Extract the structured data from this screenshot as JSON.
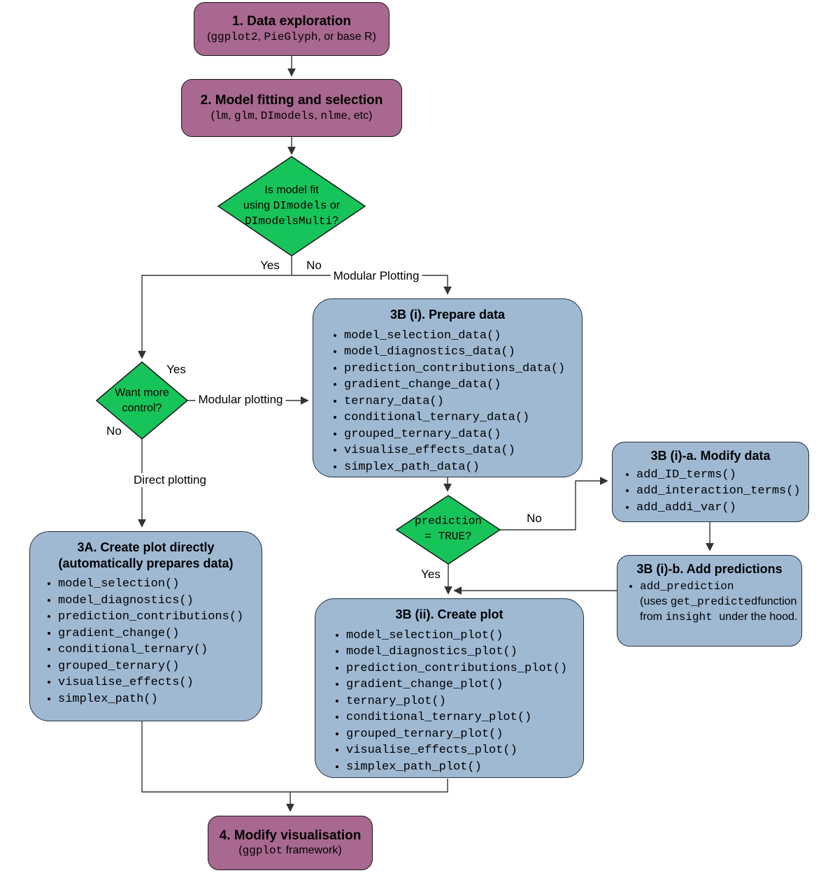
{
  "colors": {
    "purple": "#a8688f",
    "green": "#16c45a",
    "blue": "#9fb9d3",
    "node-border": "#1a1a1a",
    "blue-border": "#22303c",
    "line": "#333333"
  },
  "nodes": {
    "step1": {
      "title": "1. Data exploration",
      "sub": {
        "a": "(",
        "code1": "ggplot2",
        "b": ", ",
        "code2": "PieGlyph",
        "c": ", or base R)"
      }
    },
    "step2": {
      "title": "2. Model fitting and selection",
      "sub": {
        "a": "(",
        "code1": "lm",
        "b": ", ",
        "code2": "glm",
        "c": ", ",
        "code3": "DImodels",
        "d": ", ",
        "code4": "nlme",
        "e": ", etc)"
      }
    },
    "decision_model": {
      "line1": "Is model fit",
      "line2a": "using ",
      "line2code": "DImodels",
      "line2b": " or",
      "line3code": "DImodelsMulti",
      "line3b": "?"
    },
    "decision_control": {
      "line1": "Want more",
      "line2": "control?"
    },
    "decision_prediction": {
      "line1": "prediction",
      "line2": "= TRUE?"
    },
    "plot_directly": {
      "title1": "3A. Create plot directly",
      "title2": "(automatically prepares data)",
      "items": [
        "model_selection()",
        "model_diagnostics()",
        "prediction_contributions()",
        "gradient_change()",
        "conditional_ternary()",
        "grouped_ternary()",
        "visualise_effects()",
        "simplex_path()"
      ]
    },
    "prepare_data": {
      "title": "3B (i). Prepare data",
      "items": [
        "model_selection_data()",
        "model_diagnostics_data()",
        "prediction_contributions_data()",
        "gradient_change_data()",
        "ternary_data()",
        "conditional_ternary_data()",
        "grouped_ternary_data()",
        "visualise_effects_data()",
        "simplex_path_data()"
      ]
    },
    "modify_data": {
      "title": "3B (i)-a. Modify data",
      "items": [
        "add_ID_terms()",
        "add_interaction_terms()",
        "add_addi_var()"
      ]
    },
    "add_predictions": {
      "title": "3B (i)-b. Add predictions",
      "code1": "add_prediction",
      "t1": "(uses ",
      "code2": "get_predicted",
      "t2": "function from ",
      "code3": "insight",
      "t3": "under the hood."
    },
    "create_plot": {
      "title": "3B (ii). Create plot",
      "items": [
        "model_selection_plot()",
        "model_diagnostics_plot()",
        "prediction_contributions_plot()",
        "gradient_change_plot()",
        "ternary_plot()",
        "conditional_ternary_plot()",
        "grouped_ternary_plot()",
        "visualise_effects_plot()",
        "simplex_path_plot()"
      ]
    },
    "step4": {
      "title": "4. Modify visualisation",
      "sub": {
        "a": "(",
        "code": "ggplot",
        "b": " framework)"
      }
    }
  },
  "edge_labels": {
    "yes1": "Yes",
    "no1": "No",
    "modular_plotting_top": "Modular Plotting",
    "yes2": "Yes",
    "modular_plotting_mid": "Modular plotting",
    "no2": "No",
    "direct_plotting": "Direct plotting",
    "no3": "No",
    "yes3": "Yes"
  }
}
